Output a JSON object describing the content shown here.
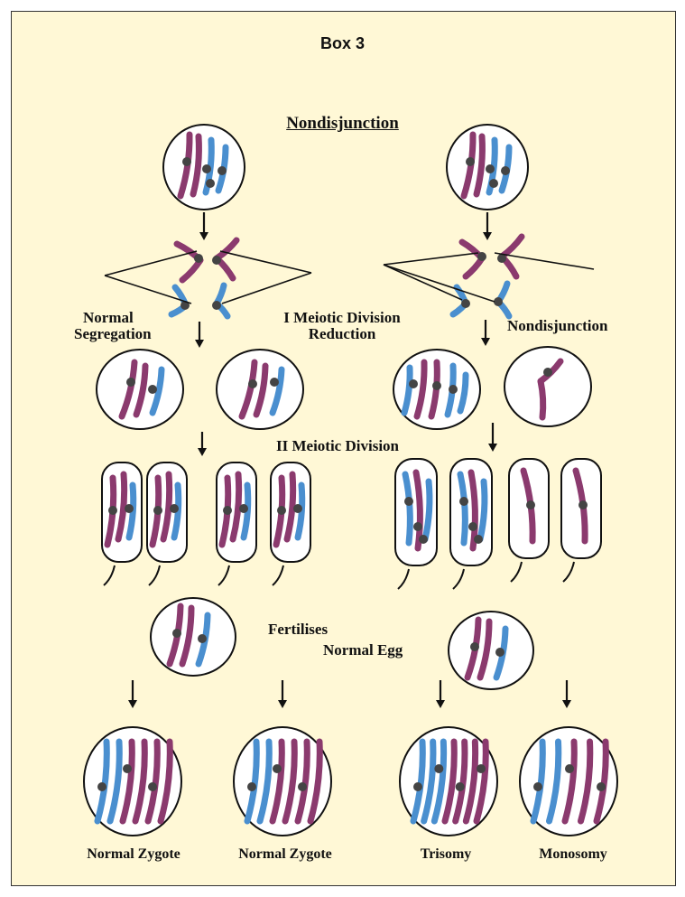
{
  "box_title": "Box 3",
  "main_title": "Nondisjunction",
  "labels": {
    "normal_segregation_line1": "Normal",
    "normal_segregation_line2": "Segregation",
    "meiosis1_line1": "I Meiotic Division",
    "meiosis1_line2": "Reduction",
    "nondisjunction_right": "Nondisjunction",
    "meiosis2": "II Meiotic Division",
    "fertilises": "Fertilises",
    "normal_egg": "Normal Egg"
  },
  "outcomes": [
    "Normal Zygote",
    "Normal Zygote",
    "Trisomy",
    "Monosomy"
  ],
  "colors": {
    "background": "#fff8d6",
    "chromosome_purple": "#8b3a6e",
    "chromosome_blue": "#4a8fcf",
    "centromere": "#444444",
    "outline": "#111111"
  }
}
